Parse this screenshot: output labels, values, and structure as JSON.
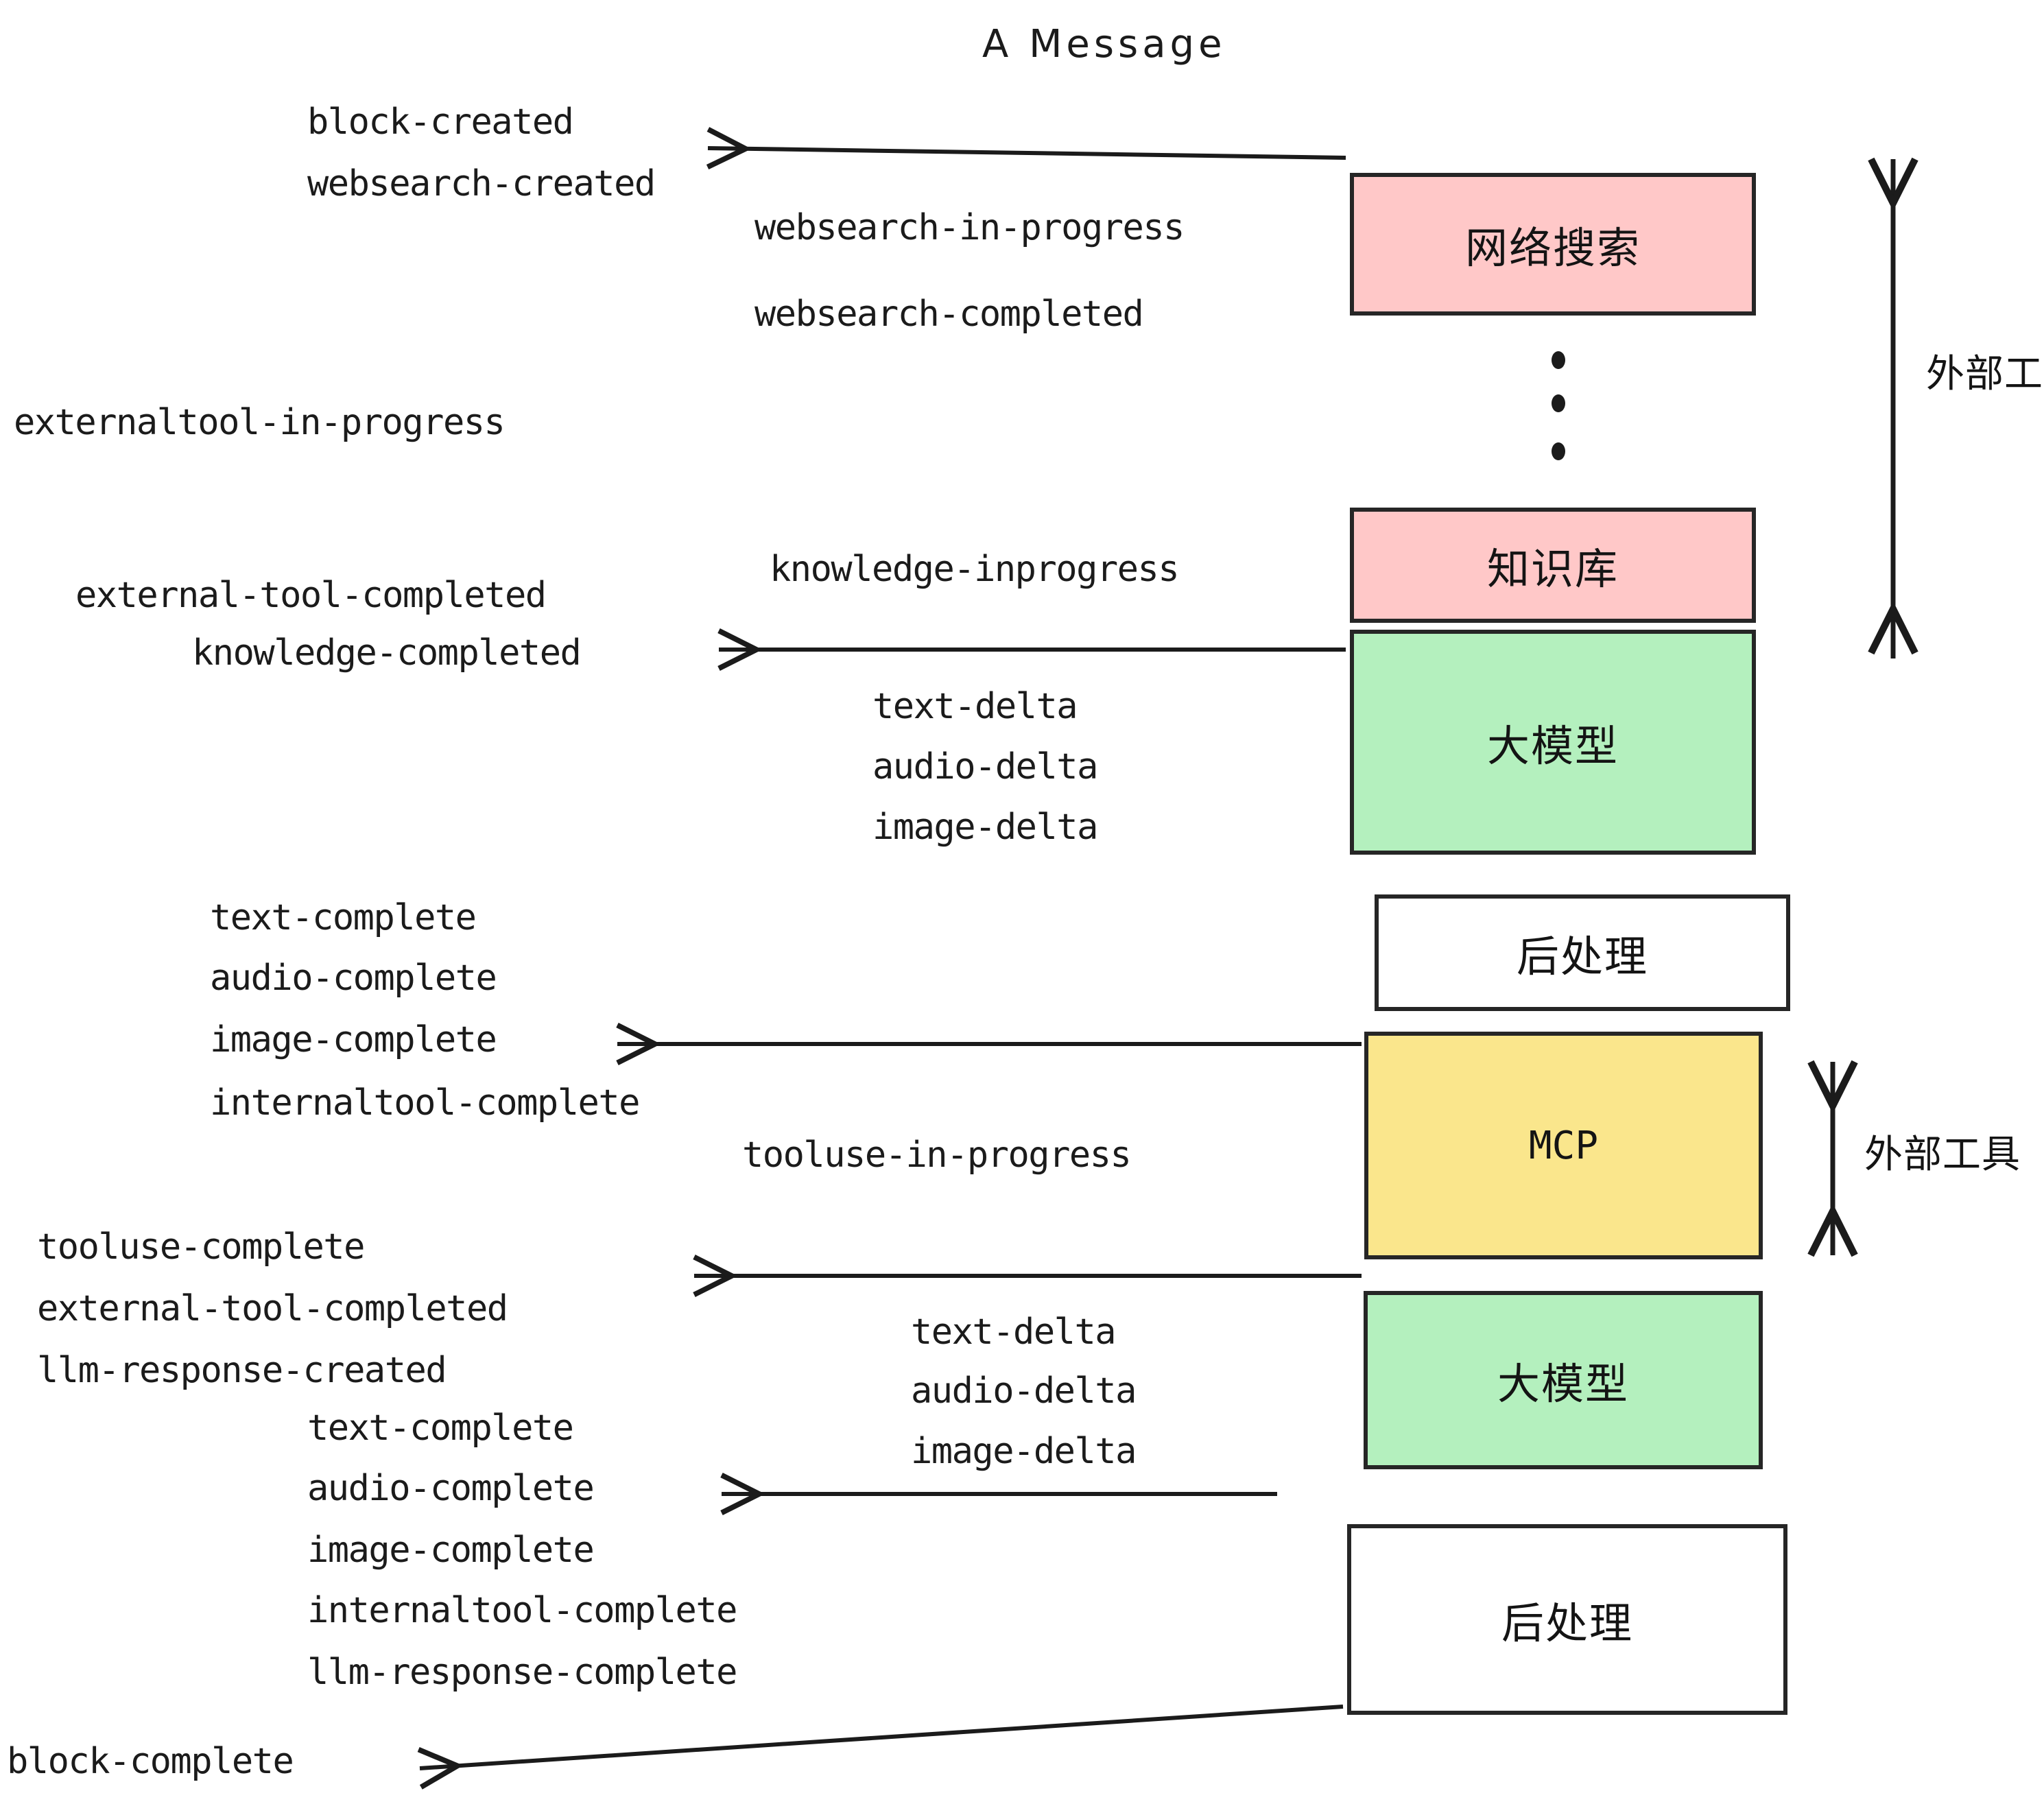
{
  "diagram": {
    "title": "A Message",
    "colors": {
      "pink": "#FFC8C8",
      "green": "#B4F0BE",
      "yellow": "#FAE68C",
      "white": "#FFFFFF",
      "stroke": "#262626",
      "text": "#1b1b1b"
    },
    "nodes": [
      {
        "id": "websearch",
        "label": "网络搜索",
        "fill": "#FFC8C8"
      },
      {
        "id": "knowledge",
        "label": "知识库",
        "fill": "#FFC8C8"
      },
      {
        "id": "llm-1",
        "label": "大模型",
        "fill": "#B4F0BE"
      },
      {
        "id": "postproc-1",
        "label": "后处理",
        "fill": "#FFFFFF"
      },
      {
        "id": "mcp",
        "label": "MCP",
        "fill": "#FAE68C"
      },
      {
        "id": "llm-2",
        "label": "大模型",
        "fill": "#B4F0BE"
      },
      {
        "id": "postproc-2",
        "label": "后处理",
        "fill": "#FFFFFF"
      }
    ],
    "side_labels": [
      {
        "id": "external-tool-upper",
        "label": "外部工具"
      },
      {
        "id": "external-tool-lower",
        "label": "外部工具"
      }
    ],
    "events": [
      {
        "id": "block-created",
        "label": "block-created"
      },
      {
        "id": "websearch-created",
        "label": "websearch-created"
      },
      {
        "id": "websearch-in-progress",
        "label": "websearch-in-progress"
      },
      {
        "id": "websearch-completed",
        "label": "websearch-completed"
      },
      {
        "id": "externaltool-in-progress",
        "label": "externaltool-in-progress"
      },
      {
        "id": "knowledge-inprogress",
        "label": "knowledge-inprogress"
      },
      {
        "id": "external-tool-completed-1",
        "label": "external-tool-completed"
      },
      {
        "id": "knowledge-completed",
        "label": "knowledge-completed"
      },
      {
        "id": "text-delta-1",
        "label": "text-delta"
      },
      {
        "id": "audio-delta-1",
        "label": "audio-delta"
      },
      {
        "id": "image-delta-1",
        "label": "image-delta"
      },
      {
        "id": "text-complete-1",
        "label": "text-complete"
      },
      {
        "id": "audio-complete-1",
        "label": "audio-complete"
      },
      {
        "id": "image-complete-1",
        "label": "image-complete"
      },
      {
        "id": "internaltool-complete-1",
        "label": "internaltool-complete"
      },
      {
        "id": "tooluse-in-progress",
        "label": "tooluse-in-progress"
      },
      {
        "id": "tooluse-complete",
        "label": "tooluse-complete"
      },
      {
        "id": "external-tool-completed-2",
        "label": "external-tool-completed"
      },
      {
        "id": "llm-response-created",
        "label": "llm-response-created"
      },
      {
        "id": "text-delta-2",
        "label": "text-delta"
      },
      {
        "id": "audio-delta-2",
        "label": "audio-delta"
      },
      {
        "id": "image-delta-2",
        "label": "image-delta"
      },
      {
        "id": "text-complete-2",
        "label": "text-complete"
      },
      {
        "id": "audio-complete-2",
        "label": "audio-complete"
      },
      {
        "id": "image-complete-2",
        "label": "image-complete"
      },
      {
        "id": "internaltool-complete-2",
        "label": "internaltool-complete"
      },
      {
        "id": "llm-response-complete",
        "label": "llm-response-complete"
      },
      {
        "id": "block-complete",
        "label": "block-complete"
      }
    ]
  }
}
